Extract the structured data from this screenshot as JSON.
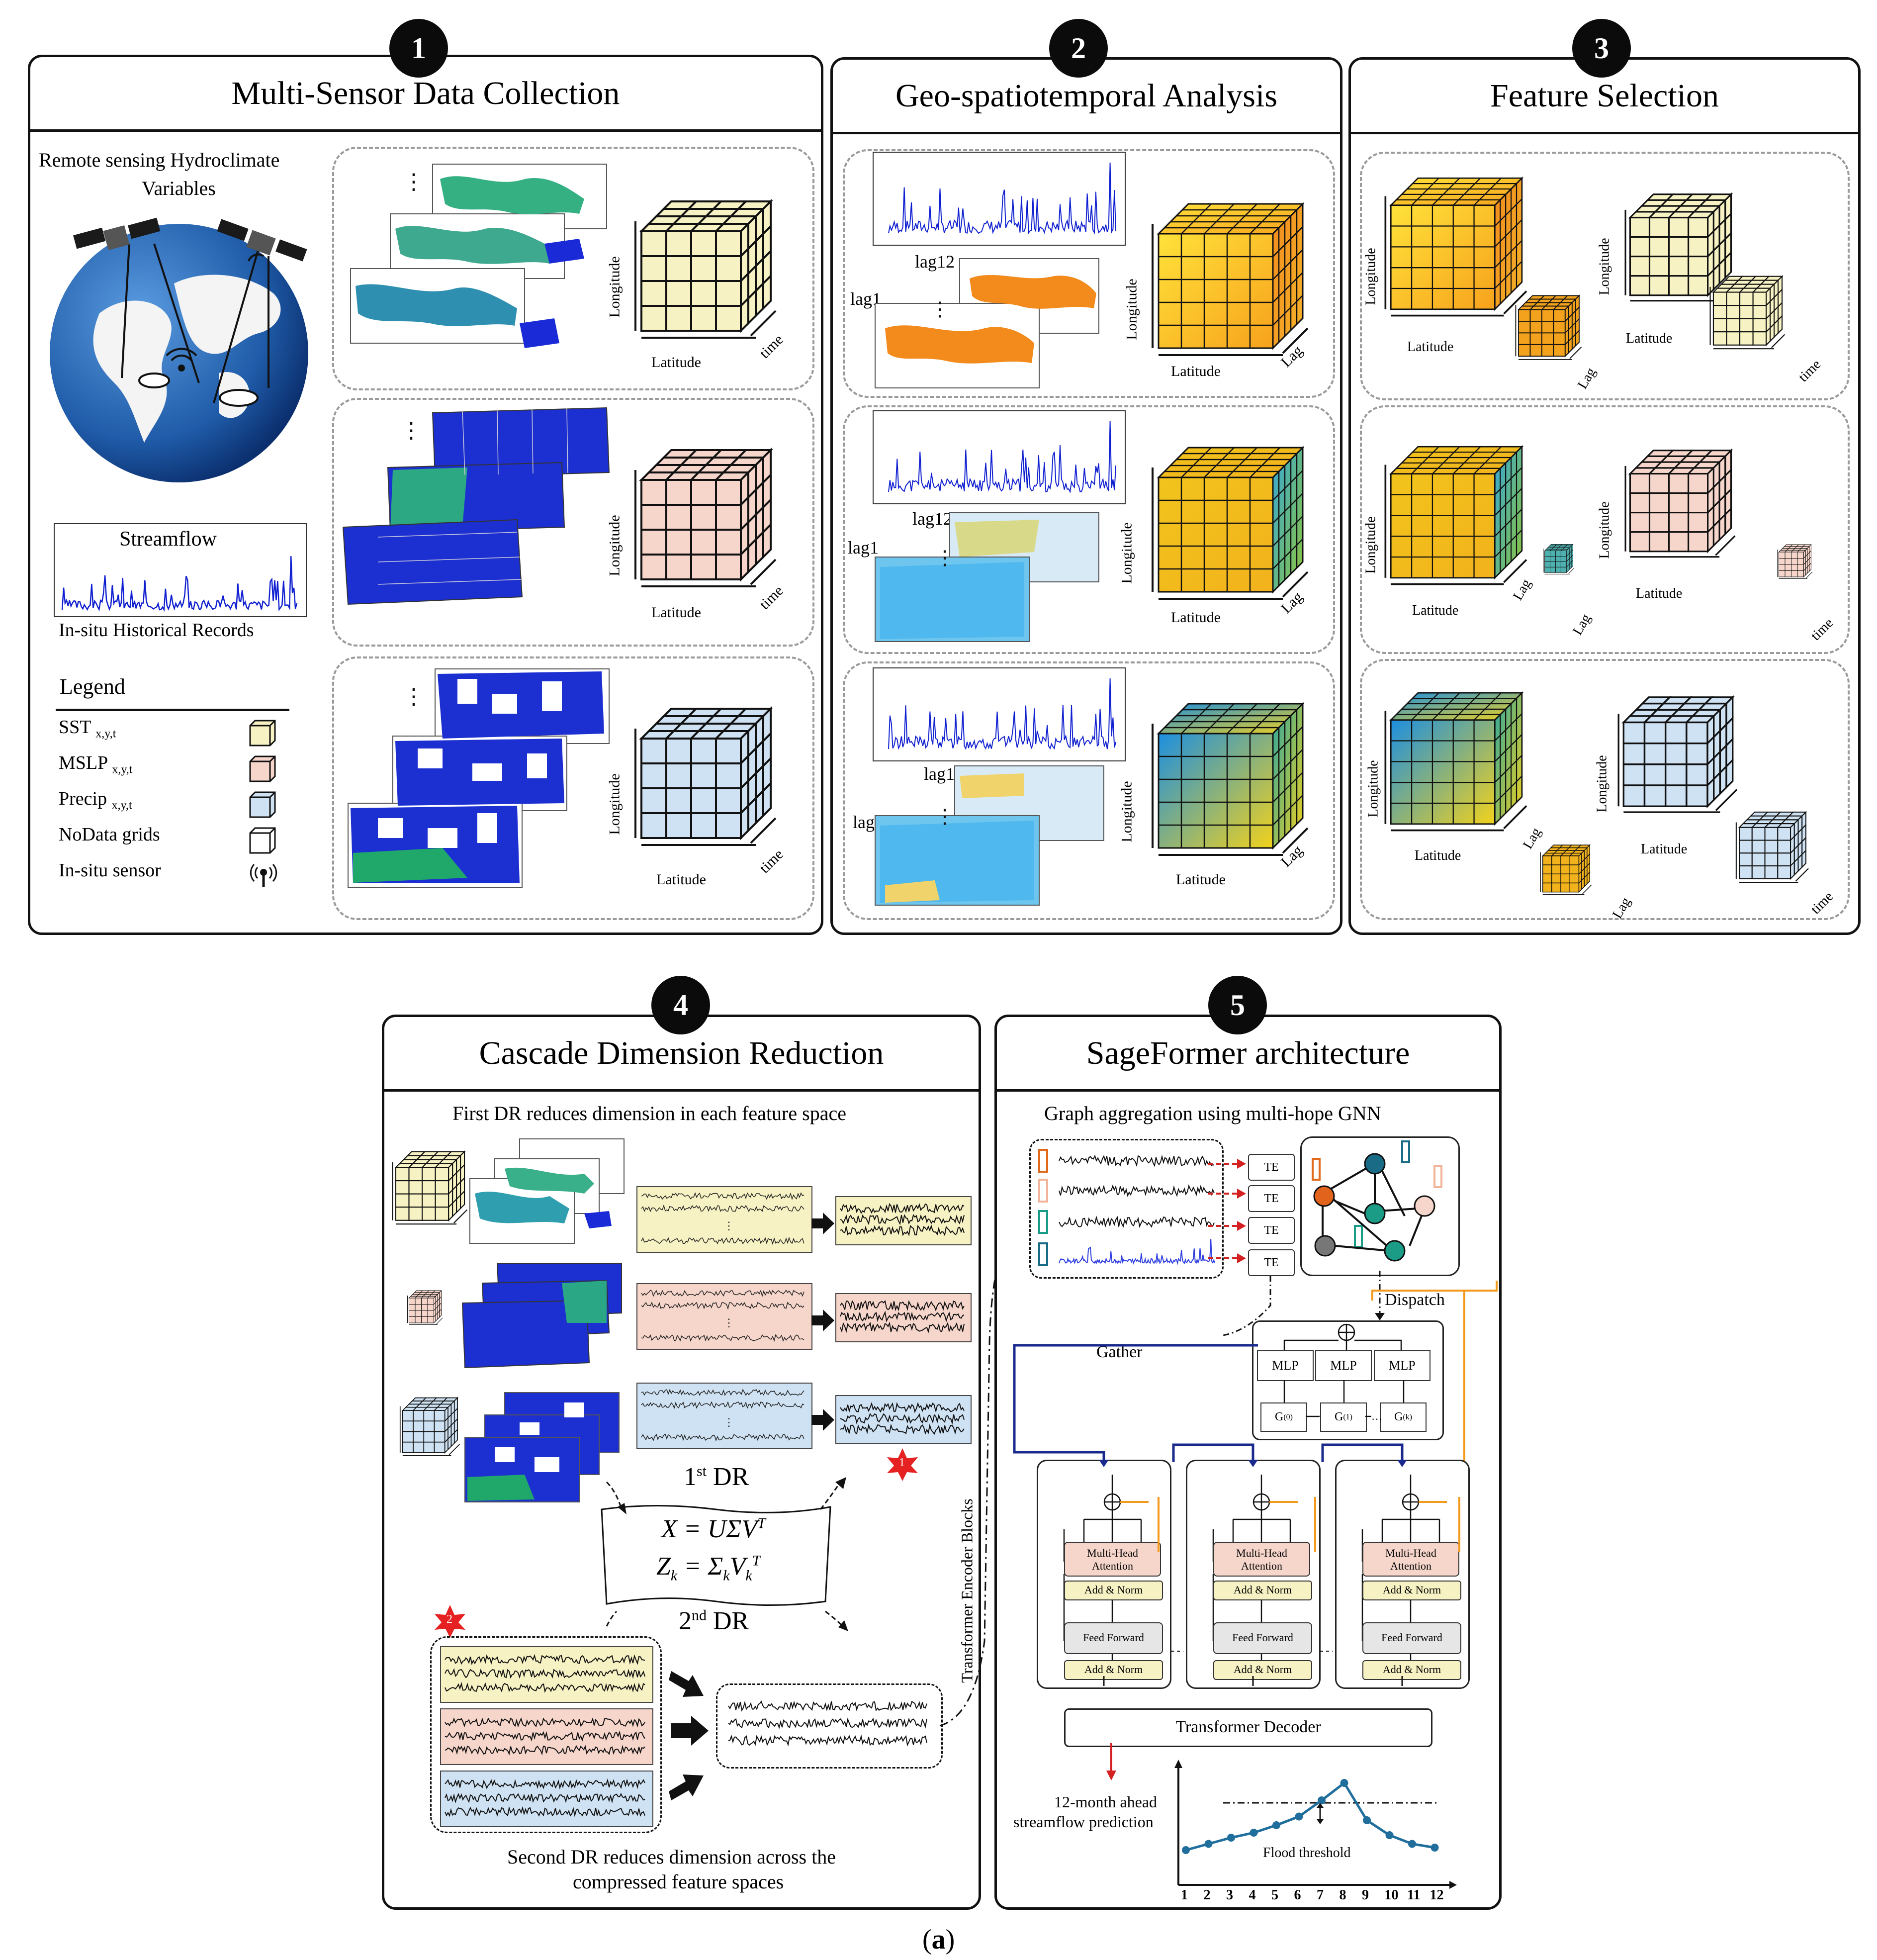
{
  "panels": [
    {
      "number": "1",
      "title": "Multi-Sensor Data Collection"
    },
    {
      "number": "2",
      "title": "Geo-spatiotemporal Analysis"
    },
    {
      "number": "3",
      "title": "Feature Selection"
    },
    {
      "number": "4",
      "title": "Cascade Dimension Reduction"
    },
    {
      "number": "5",
      "title": "SageFormer architecture"
    }
  ],
  "p1": {
    "remote_sensing": "Remote sensing Hydroclimate",
    "variables": "Variables",
    "streamflow": "Streamflow",
    "insitu_records": "In-situ Historical Records",
    "legend_title": "Legend",
    "legend": [
      {
        "label": "SST",
        "sub": "x,y,t",
        "color": "#f7f2c4"
      },
      {
        "label": "MSLP",
        "sub": "x,y,t",
        "color": "#f6d6cb"
      },
      {
        "label": "Precip",
        "sub": "x,y,t",
        "color": "#cfe2f3"
      },
      {
        "label": "NoData grids",
        "sub": "",
        "color": "#ffffff"
      },
      {
        "label": "In-situ sensor",
        "sub": "",
        "color": ""
      }
    ],
    "axis_longitude": "Longitude",
    "axis_latitude": "Latitude",
    "axis_time": "time"
  },
  "p2": {
    "lag12": "lag12",
    "lag1": "lag1",
    "axis_longitude": "Longitude",
    "axis_latitude": "Latitude",
    "axis_lag": "Lag"
  },
  "p3": {
    "axis_longitude": "Longitude",
    "axis_latitude": "Latitude",
    "axis_lag": "Lag",
    "axis_time": "time"
  },
  "p4": {
    "first_dr_note": "First DR reduces dimension in each feature space",
    "dr1": "1",
    "dr1_sup": "st",
    "dr1_word": " DR",
    "dr2": "2",
    "dr2_sup": "nd",
    "dr2_word": " DR",
    "eq1": "X = UΣV",
    "eq1_sup": "T",
    "eq2": "Z",
    "eq2_sub": "k",
    "eq2_mid": " = Σ",
    "eq2_sub2": "k",
    "eq2_v": "V",
    "eq2_sub3": "k",
    "eq2_sup": "T",
    "star1": "1",
    "star2": "2",
    "second_dr_note_1": "Second DR reduces dimension across the",
    "second_dr_note_2": "compressed feature spaces"
  },
  "p5": {
    "graph_note": "Graph aggregation using multi-hope GNN",
    "te": "TE",
    "dispatch": "Dispatch",
    "gather": "Gather",
    "mlp": "MLP",
    "g0": "G",
    "g0_sup": "(0)",
    "g1": "G",
    "g1_sup": "(1)",
    "gk": "G",
    "gk_sup": "(k)",
    "encoder_label": "Transformer Encoder Blocks",
    "mha1": "Multi-Head",
    "mha2": "Attention",
    "add_norm": "Add & Norm",
    "feed_forward": "Feed Forward",
    "decoder": "Transformer Decoder",
    "pred1": "12-month ahead",
    "pred2": "streamflow prediction",
    "flood": "Flood threshold",
    "months": [
      "1",
      "2",
      "3",
      "4",
      "5",
      "6",
      "7",
      "8",
      "9",
      "10",
      "11",
      "12"
    ]
  },
  "figure_label_open": "(",
  "figure_label": "a",
  "figure_label_close": ")",
  "colors": {
    "sst": "#f7f2c4",
    "mslp": "#f6d6cb",
    "precip": "#cfe2f3",
    "orange": "#f39a1c",
    "navy": "#1a2a8c",
    "red": "#d42020"
  }
}
